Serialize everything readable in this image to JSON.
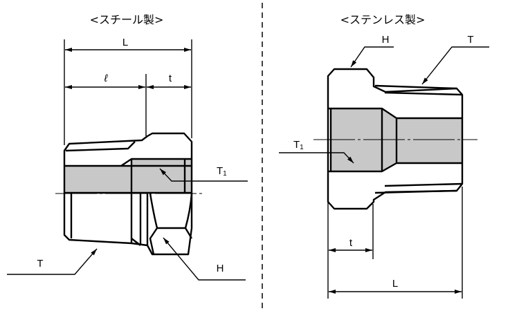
{
  "steel": {
    "title": "<スチール製>",
    "dim_L": "L",
    "dim_l": "ℓ",
    "dim_t": "t",
    "label_T": "T",
    "label_T1": "T",
    "label_T1_sub": "1",
    "label_H": "H"
  },
  "stainless": {
    "title": "<ステンレス製>",
    "dim_L": "L",
    "dim_t": "t",
    "label_T": "T",
    "label_T1": "T",
    "label_T1_sub": "1",
    "label_H": "H"
  }
}
